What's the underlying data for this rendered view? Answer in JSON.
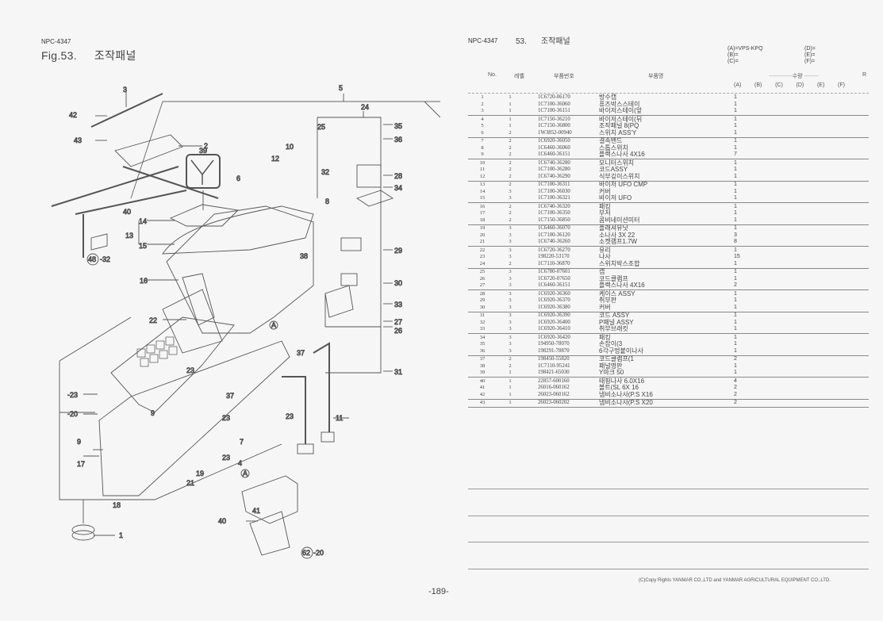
{
  "left_page": {
    "doc_code": "NPC-4347",
    "fig_label": "Fig.53.",
    "fig_title": "조작패널",
    "callouts": [
      "1",
      "2",
      "3",
      "4",
      "5",
      "6",
      "7",
      "8",
      "9",
      "10",
      "11",
      "12",
      "13",
      "14",
      "15",
      "16",
      "17",
      "18",
      "19",
      "20",
      "21",
      "22",
      "23",
      "24",
      "25",
      "26",
      "27",
      "28",
      "29",
      "30",
      "31",
      "32",
      "33",
      "34",
      "35",
      "36",
      "37",
      "38",
      "39",
      "40",
      "41",
      "42",
      "43",
      "48",
      "62",
      "A"
    ]
  },
  "page_number": "-189-",
  "right_page": {
    "doc_code": "NPC-4347",
    "section_no": "53.",
    "section_title": "조작패널",
    "variants": {
      "A": "(A)=VPS-KPQ",
      "B": "(B)=",
      "C": "(C)=",
      "D": "(D)=",
      "E": "(E)=",
      "F": "(F)="
    },
    "headers": {
      "no": "No.",
      "level": "레벨",
      "part_number": "부품번호",
      "part_name": "부품명",
      "quantity": "수량",
      "remarks": "R",
      "qty_cols": [
        "(A)",
        "(B)",
        "(C)",
        "(D)",
        "(E)",
        "(F)"
      ]
    },
    "groups": [
      [
        {
          "no": "1",
          "level": "1",
          "part_number": "1C6720-06170",
          "name": "방수캡",
          "qty_a": "1"
        },
        {
          "no": "2",
          "level": "1",
          "part_number": "1C7100-36060",
          "name": "퓨즈박스스테이",
          "qty_a": "1"
        },
        {
          "no": "3",
          "level": "1",
          "part_number": "1C7100-36151",
          "name": "바이저스테이(앞",
          "qty_a": "1"
        }
      ],
      [
        {
          "no": "4",
          "level": "1",
          "part_number": "1C7150-36210",
          "name": "바이저스테이(뒤",
          "qty_a": "1"
        },
        {
          "no": "5",
          "level": "1",
          "part_number": "1C7150-36800",
          "name": "조작패널 8(PQ",
          "qty_a": "1"
        },
        {
          "no": "6",
          "level": "2",
          "part_number": "1W3852-00940",
          "name": "스위치 ASS'Y",
          "qty_a": "1"
        }
      ],
      [
        {
          "no": "7",
          "level": "2",
          "part_number": "1C6920-36050",
          "name": "결속밴드",
          "qty_a": "1"
        },
        {
          "no": "8",
          "level": "2",
          "part_number": "1C6460-36060",
          "name": "스톱스위치",
          "qty_a": "1"
        },
        {
          "no": "9",
          "level": "2",
          "part_number": "1C6460-36151",
          "name": "플랙스나사 4X16",
          "qty_a": "7"
        }
      ],
      [
        {
          "no": "10",
          "level": "2",
          "part_number": "1C6740-36280",
          "name": "모니터스위치",
          "qty_a": "1"
        },
        {
          "no": "11",
          "level": "2",
          "part_number": "1C7100-36280",
          "name": "코드ASSY",
          "qty_a": "1"
        },
        {
          "no": "12",
          "level": "2",
          "part_number": "1C6740-36290",
          "name": "식부깊이스위치",
          "qty_a": "1"
        }
      ],
      [
        {
          "no": "13",
          "level": "2",
          "part_number": "1C7100-36311",
          "name": "바이저 UFO CMP",
          "qty_a": "1"
        },
        {
          "no": "14",
          "level": "3",
          "part_number": "1C7100-36030",
          "name": "커버",
          "qty_a": "1"
        },
        {
          "no": "15",
          "level": "3",
          "part_number": "1C7100-36321",
          "name": "바이저 UFO",
          "qty_a": "1"
        }
      ],
      [
        {
          "no": "16",
          "level": "2",
          "part_number": "1C6740-36320",
          "name": "패킹",
          "qty_a": "1"
        },
        {
          "no": "17",
          "level": "2",
          "part_number": "1C7100-36350",
          "name": "부저",
          "qty_a": "1"
        },
        {
          "no": "18",
          "level": "2",
          "part_number": "1C7150-36850",
          "name": "콤비네이션미터",
          "qty_a": "1"
        }
      ],
      [
        {
          "no": "19",
          "level": "3",
          "part_number": "1C6460-36070",
          "name": "플래셔유닛",
          "qty_a": "1"
        },
        {
          "no": "20",
          "level": "3",
          "part_number": "1C7100-36120",
          "name": "소나사 3X 22",
          "qty_a": "3"
        },
        {
          "no": "21",
          "level": "3",
          "part_number": "1C6740-36260",
          "name": "소켓램프1.7W",
          "qty_a": "8"
        }
      ],
      [
        {
          "no": "22",
          "level": "3",
          "part_number": "1C6720-36270",
          "name": "유리",
          "qty_a": "1"
        },
        {
          "no": "23",
          "level": "3",
          "part_number": "198220-53170",
          "name": "나사",
          "qty_a": "15"
        },
        {
          "no": "24",
          "level": "2",
          "part_number": "1C7110-36870",
          "name": "스위치박스조합",
          "qty_a": "1"
        }
      ],
      [
        {
          "no": "25",
          "level": "3",
          "part_number": "1C6780-07601",
          "name": "캡",
          "qty_a": "1"
        },
        {
          "no": "26",
          "level": "3",
          "part_number": "1C6720-07650",
          "name": "코드클램프",
          "qty_a": "1"
        },
        {
          "no": "27",
          "level": "3",
          "part_number": "1C6460-36151",
          "name": "플랙스나사 4X16",
          "qty_a": "2"
        }
      ],
      [
        {
          "no": "28",
          "level": "3",
          "part_number": "1C6920-36360",
          "name": "케이스 ASSY",
          "qty_a": "1"
        },
        {
          "no": "29",
          "level": "3",
          "part_number": "1C6920-36370",
          "name": "취부판",
          "qty_a": "1"
        },
        {
          "no": "30",
          "level": "3",
          "part_number": "1C6920-36380",
          "name": "커버",
          "qty_a": "1"
        }
      ],
      [
        {
          "no": "31",
          "level": "3",
          "part_number": "1C6920-36390",
          "name": "코드 ASSY",
          "qty_a": "1"
        },
        {
          "no": "32",
          "level": "3",
          "part_number": "1C6920-36400",
          "name": "P패널 ASSY",
          "qty_a": "1"
        },
        {
          "no": "33",
          "level": "3",
          "part_number": "1C6920-36410",
          "name": "취부브래킷",
          "qty_a": "1"
        }
      ],
      [
        {
          "no": "34",
          "level": "3",
          "part_number": "1C6920-36420",
          "name": "패킹",
          "qty_a": "1"
        },
        {
          "no": "35",
          "level": "3",
          "part_number": "194950-78070",
          "name": "손잡이(3",
          "qty_a": "1"
        },
        {
          "no": "36",
          "level": "3",
          "part_number": "198291-78870",
          "name": "6각구멍붙이나사",
          "qty_a": "1"
        }
      ],
      [
        {
          "no": "37",
          "level": "2",
          "part_number": "198450-55820",
          "name": "코드클램프(1",
          "qty_a": "2"
        },
        {
          "no": "38",
          "level": "2",
          "part_number": "1C7110-95241",
          "name": "패널명판",
          "qty_a": "1"
        },
        {
          "no": "39",
          "level": "1",
          "part_number": "198421-65030",
          "name": "Y마크 50",
          "qty_a": "1"
        }
      ],
      [
        {
          "no": "40",
          "level": "1",
          "part_number": "22857-600160",
          "name": "태핑나사 6.0X16",
          "qty_a": "4"
        },
        {
          "no": "41",
          "level": "1",
          "part_number": "26016-060162",
          "name": "볼트(SL 6X 16",
          "qty_a": "2"
        },
        {
          "no": "42",
          "level": "1",
          "part_number": "26023-060162",
          "name": "냄비소나사(P.S X16",
          "qty_a": "2"
        }
      ],
      [
        {
          "no": "43",
          "level": "1",
          "part_number": "26023-060202",
          "name": "냄비소나사(P.S X20",
          "qty_a": "2"
        }
      ]
    ],
    "copyright": "(C)Copy Rights YANMAR CO.,LTD and YANMAR AGRICULTURAL EQUIPMENT CO.,LTD."
  }
}
